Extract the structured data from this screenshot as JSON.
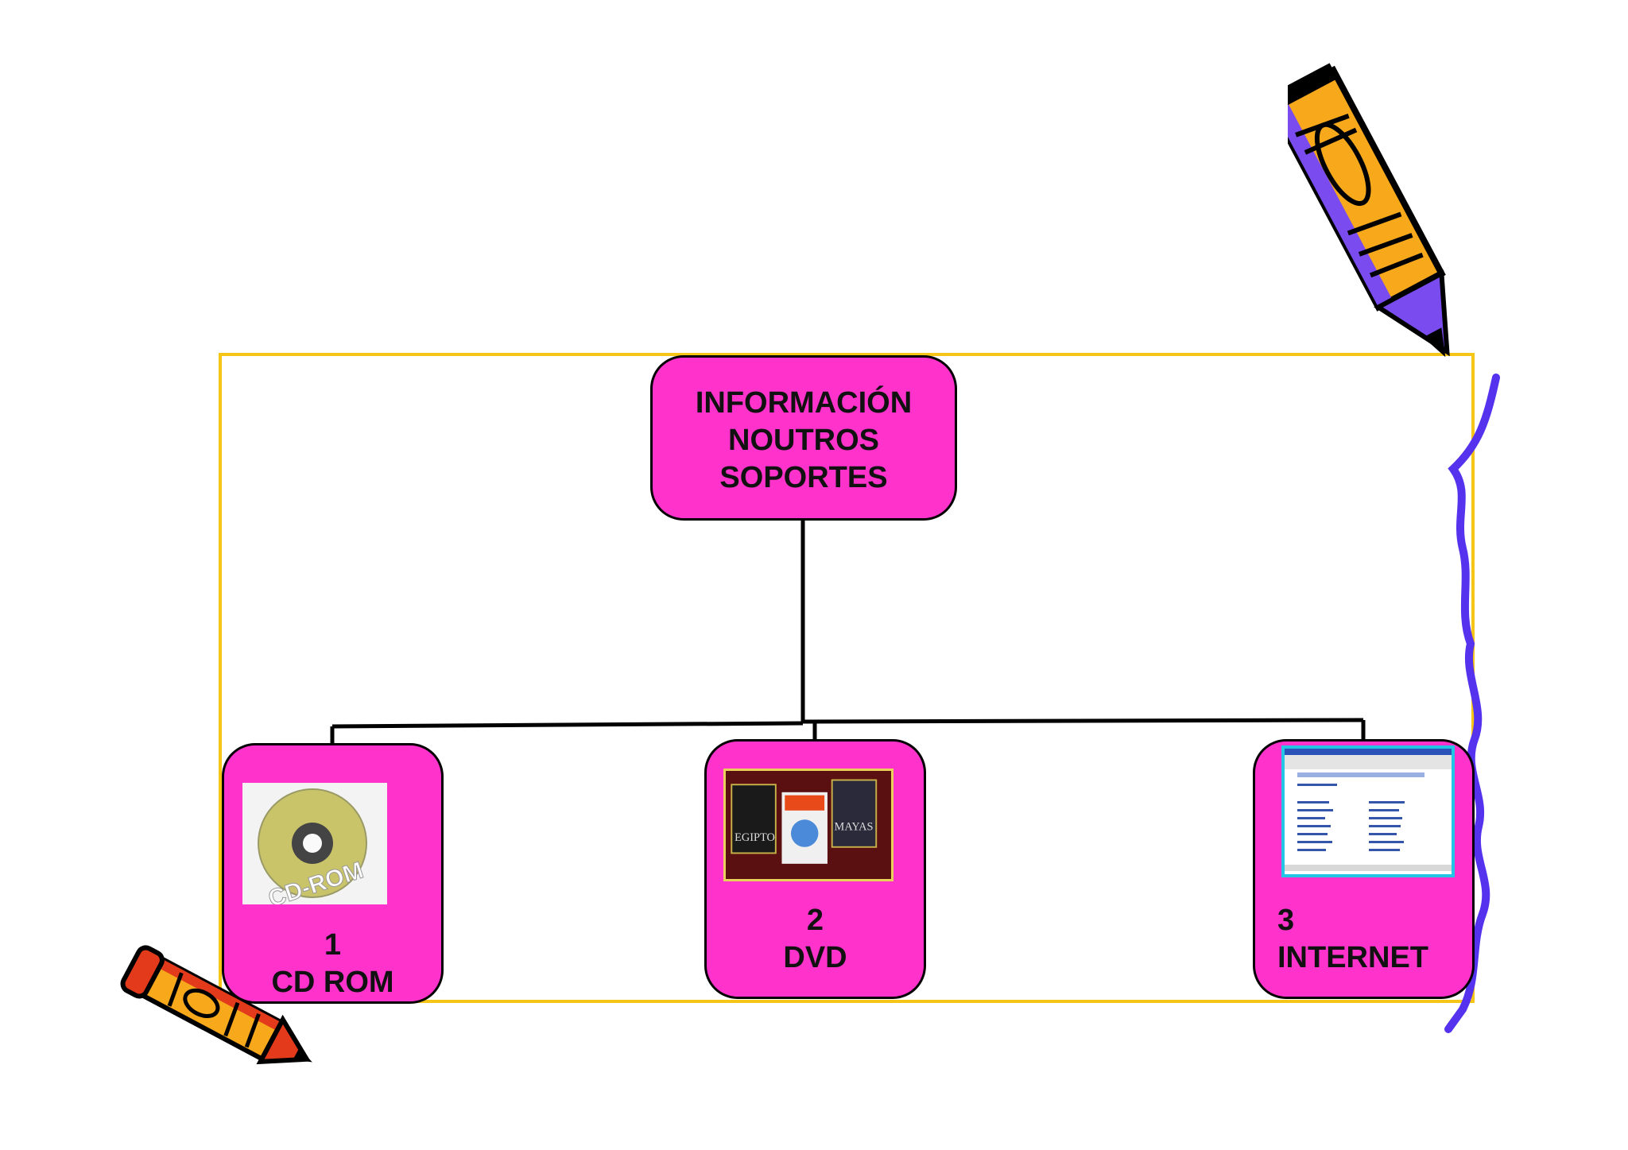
{
  "root": {
    "lines": [
      "INFORMACIÓN",
      "NOUTROS",
      "SOPORTES"
    ]
  },
  "children": [
    {
      "number": "1",
      "label": "CD ROM",
      "image_text": "CD-ROM"
    },
    {
      "number": "2",
      "label": "DVD",
      "image_texts": [
        "EGIPTO",
        "MAYAS"
      ]
    },
    {
      "number": "3",
      "label": "INTERNET"
    }
  ],
  "colors": {
    "node_fill": "#ff33cc",
    "frame": "#f5c518",
    "connector": "#000000"
  },
  "icons": [
    "pencil-icon-large",
    "pencil-icon-small",
    "cd-rom-image",
    "dvd-covers-image",
    "web-page-screenshot-image"
  ]
}
